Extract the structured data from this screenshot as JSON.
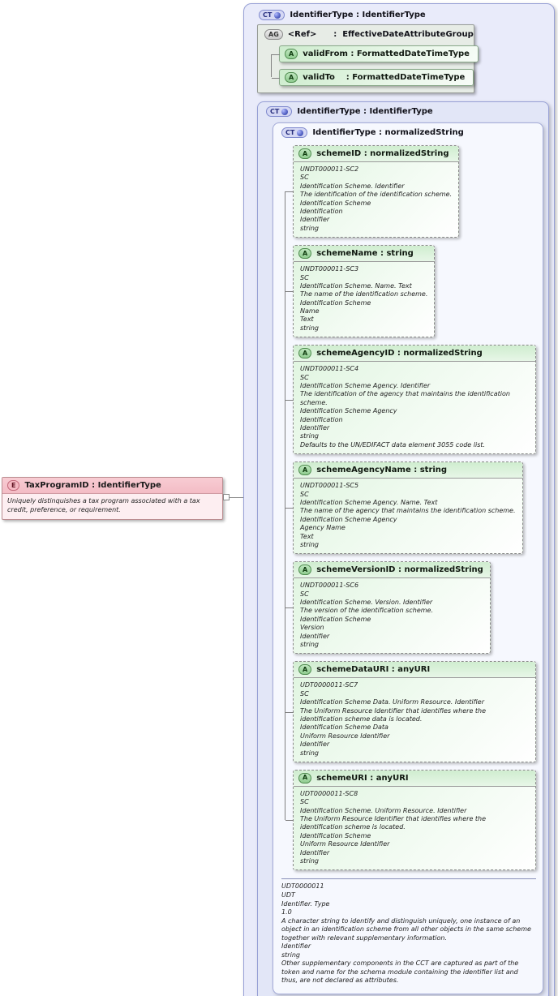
{
  "element": {
    "badge": "E",
    "title": "TaxProgramID : IdentifierType",
    "doc": "Uniquely distinquishes a tax program associated with a tax credit, preference, or requirement."
  },
  "outer": {
    "badge": "CT",
    "title": "IdentifierType : IdentifierType"
  },
  "attribute_group": {
    "badge": "AG",
    "title": "<Ref>      :  EffectiveDateAttributeGroup",
    "attributes": [
      {
        "badge": "A",
        "title": "validFrom : FormattedDateTimeType"
      },
      {
        "badge": "A",
        "title": "validTo    : FormattedDateTimeType"
      }
    ]
  },
  "inner": {
    "badge": "CT",
    "title": "IdentifierType : IdentifierType"
  },
  "content": {
    "badge": "CT",
    "title": "IdentifierType : normalizedString",
    "attributes": [
      {
        "badge": "A",
        "title": "schemeID : normalizedString",
        "doc": "UNDT000011-SC2\nSC\nIdentification Scheme. Identifier\nThe identification of the identification scheme.\nIdentification Scheme\nIdentification\nIdentifier\nstring"
      },
      {
        "badge": "A",
        "title": "schemeName : string",
        "doc": "UNDT000011-SC3\nSC\nIdentification Scheme. Name. Text\nThe name of the identification scheme.\nIdentification Scheme\nName\nText\nstring"
      },
      {
        "badge": "A",
        "title": "schemeAgencyID : normalizedString",
        "doc": "UNDT000011-SC4\nSC\nIdentification Scheme Agency. Identifier\nThe identification of the agency that maintains the identification scheme.\nIdentification Scheme Agency\nIdentification\nIdentifier\nstring\nDefaults to the UN/EDIFACT data element 3055 code list."
      },
      {
        "badge": "A",
        "title": "schemeAgencyName : string",
        "doc": "UNDT000011-SC5\nSC\nIdentification Scheme Agency. Name. Text\nThe name of the agency that maintains the identification scheme.\nIdentification Scheme Agency\nAgency Name\nText\nstring"
      },
      {
        "badge": "A",
        "title": "schemeVersionID : normalizedString",
        "doc": "UNDT000011-SC6\nSC\nIdentification Scheme. Version. Identifier\nThe version of the identification scheme.\nIdentification Scheme\nVersion\nIdentifier\nstring"
      },
      {
        "badge": "A",
        "title": "schemeDataURI : anyURI",
        "doc": "UDT0000011-SC7\nSC\nIdentification Scheme Data. Uniform Resource. Identifier\nThe Uniform Resource Identifier that identifies where the identification scheme data is located.\nIdentification Scheme Data\nUniform Resource Identifier\nIdentifier\nstring"
      },
      {
        "badge": "A",
        "title": "schemeURI : anyURI",
        "doc": "UDT0000011-SC8\nSC\nIdentification Scheme. Uniform Resource. Identifier\nThe Uniform Resource Identifier that identifies where the identification scheme is located.\nIdentification Scheme\nUniform Resource Identifier\nIdentifier\nstring"
      }
    ],
    "footer_doc": "UDT0000011\nUDT\nIdentifier. Type\n1.0\nA character string to identify and distinguish uniquely, one instance of an object in an identification scheme from all other objects in the same scheme together with relevant supplementary information.\nIdentifier\nstring\nOther supplementary components in the CCT are captured as part of the token and name for the schema module containing the identifier list and thus, are not declared as attributes."
  }
}
